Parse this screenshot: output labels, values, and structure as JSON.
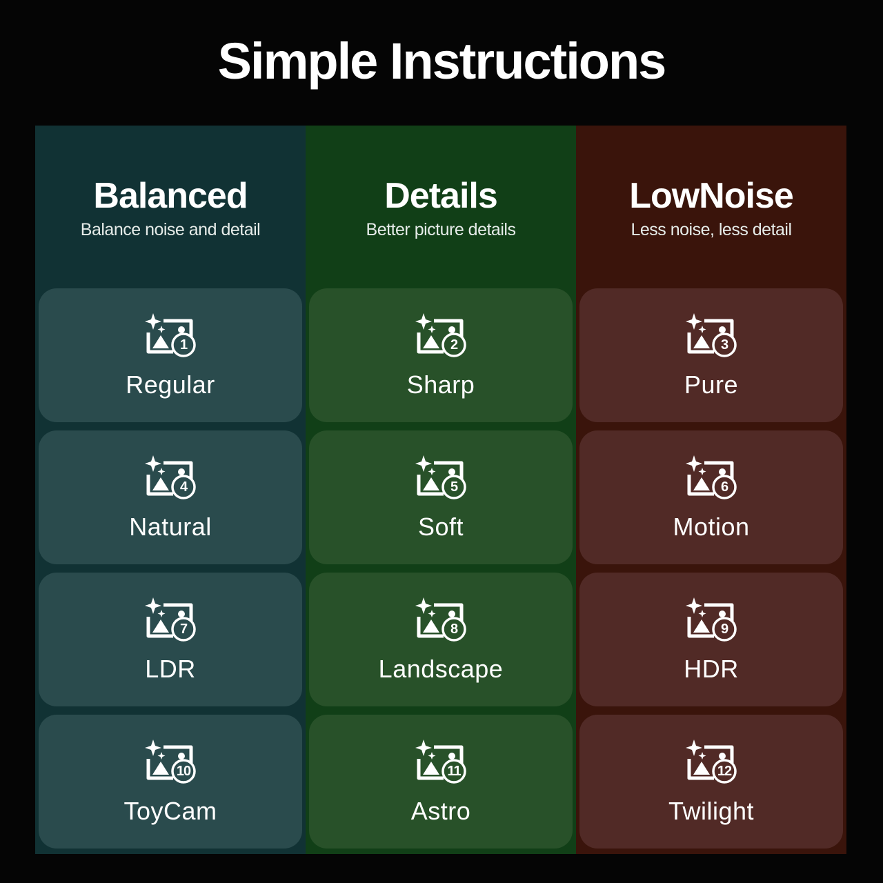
{
  "title": "Simple Instructions",
  "colors": {
    "page_background": "#050505",
    "balanced_column": "#113234",
    "balanced_tile": "#2a4b4d",
    "details_column": "#113f17",
    "details_tile": "#285129",
    "lownoise_column": "#3a140b",
    "lownoise_tile": "#512a26"
  },
  "columns": [
    {
      "title": "Balanced",
      "subtitle": "Balance noise and detail",
      "tiles": [
        {
          "label": "Regular",
          "number": "1",
          "icon": "image-sparkle-icon"
        },
        {
          "label": "Natural",
          "number": "4",
          "icon": "image-sparkle-icon"
        },
        {
          "label": "LDR",
          "number": "7",
          "icon": "image-sparkle-icon"
        },
        {
          "label": "ToyCam",
          "number": "10",
          "icon": "image-sparkle-icon"
        }
      ]
    },
    {
      "title": "Details",
      "subtitle": "Better picture details",
      "tiles": [
        {
          "label": "Sharp",
          "number": "2",
          "icon": "image-sparkle-icon"
        },
        {
          "label": "Soft",
          "number": "5",
          "icon": "image-sparkle-icon"
        },
        {
          "label": "Landscape",
          "number": "8",
          "icon": "image-sparkle-icon"
        },
        {
          "label": "Astro",
          "number": "11",
          "icon": "image-sparkle-icon"
        }
      ]
    },
    {
      "title": "LowNoise",
      "subtitle": "Less noise, less detail",
      "tiles": [
        {
          "label": "Pure",
          "number": "3",
          "icon": "image-sparkle-icon"
        },
        {
          "label": "Motion",
          "number": "6",
          "icon": "image-sparkle-icon"
        },
        {
          "label": "HDR",
          "number": "9",
          "icon": "image-sparkle-icon"
        },
        {
          "label": "Twilight",
          "number": "12",
          "icon": "image-sparkle-icon"
        }
      ]
    }
  ]
}
